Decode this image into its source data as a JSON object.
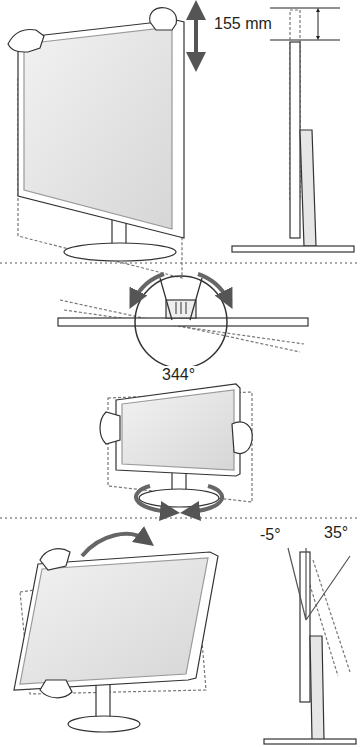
{
  "diagram": {
    "labels": [
      "155 mm",
      "344°",
      "-5°",
      "35°"
    ]
  }
}
